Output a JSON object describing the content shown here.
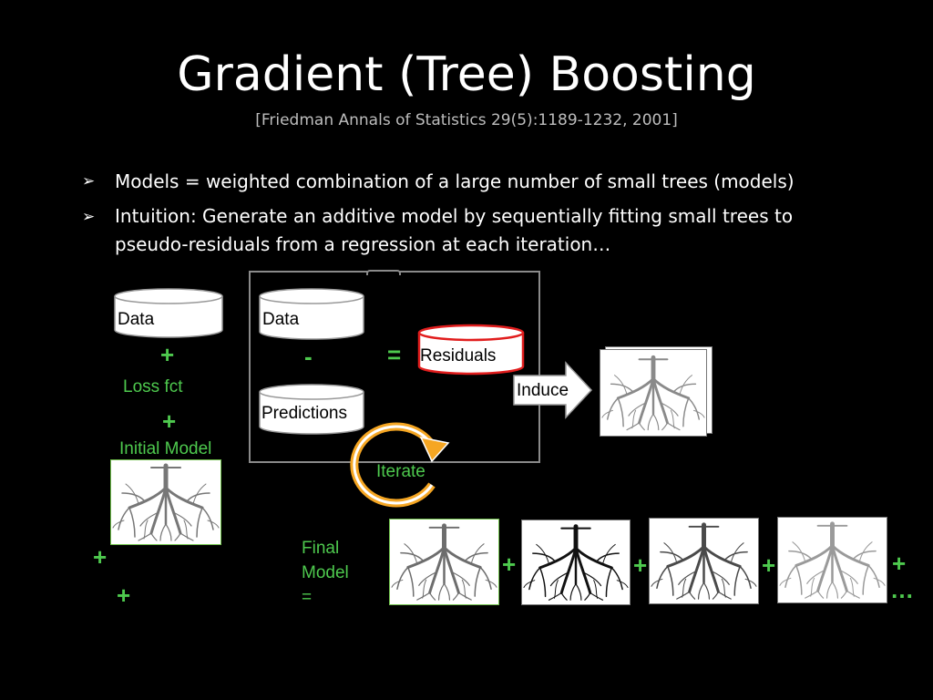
{
  "slide": {
    "title": "Gradient (Tree) Boosting",
    "citation": "[Friedman Annals of Statistics 29(5):1189-1232, 2001]",
    "bullets": [
      {
        "lines": [
          "Models = weighted combination of a large number of small trees (models)"
        ]
      },
      {
        "lines": [
          "Intuition: Generate an additive model by sequentially fitting small trees to",
          "pseudo-residuals from a regression at each iteration…"
        ]
      }
    ]
  },
  "diagram": {
    "left_data_label": "Data",
    "plus_symbol": "+",
    "minus_symbol": "-",
    "equals_symbol": "=",
    "loss_label": "Loss fct",
    "initial_model_label": "Initial Model",
    "box_data_label": "Data",
    "predictions_label": "Predictions",
    "residuals_label": "Residuals",
    "induce_label": "Induce",
    "iterate_label": "Iterate",
    "final_model_lines": [
      "Final",
      "Model",
      "="
    ],
    "trailing_plus": "+",
    "ellipsis": "…",
    "colors": {
      "accent_green": "#4ec94e",
      "residuals_border": "#e11d1d",
      "iterate_arrow": "#f5a623"
    },
    "icons": [
      "bullet-arrow-icon",
      "data-cylinder-icon",
      "tree-roots-icon",
      "induce-arrow-icon",
      "iterate-cycle-icon"
    ]
  }
}
